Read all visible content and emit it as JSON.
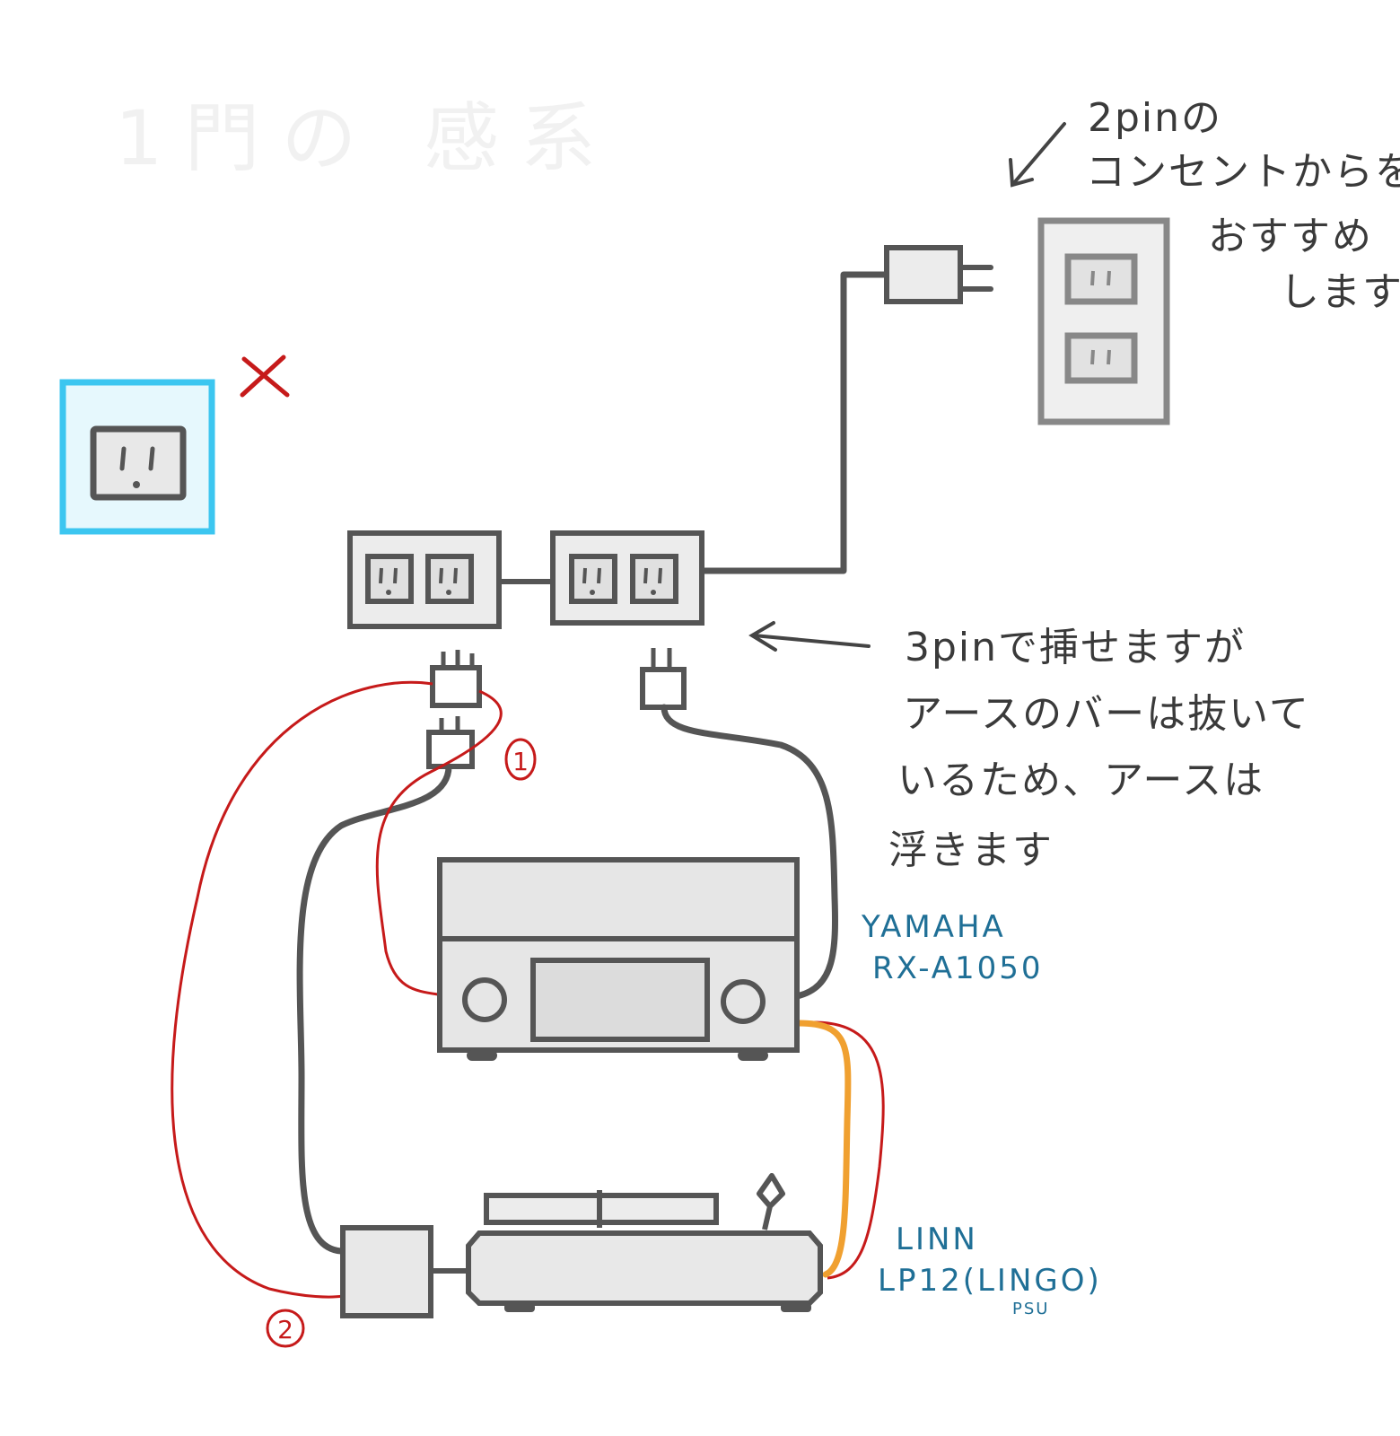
{
  "colors": {
    "line": "#555555",
    "device_fill": "#e8e8e8",
    "red_wire": "#c61a1a",
    "orange_wire": "#f0a030",
    "blue_label": "#1f6f96",
    "wall_outlet_border": "#3cc6f0",
    "wall_outlet_fill": "#e6f8fd",
    "background": "#ffffff"
  },
  "ghost_title": "1門の 感系",
  "bad_outlet": {
    "mark": "×"
  },
  "note_2pin": {
    "arrow": "↙",
    "lines": [
      "2pinの",
      "コンセントからを",
      "おすすめ",
      "します"
    ]
  },
  "note_3pin": {
    "arrow": "←",
    "lines": [
      "3pinで挿せますが",
      "アースのバーは抜いて",
      "いるため、アースは",
      "浮きます"
    ]
  },
  "labels": {
    "receiver_brand": "YAMAHA",
    "receiver_model": "RX-A1050",
    "turntable_brand": "LINN",
    "turntable_model": "LP12(LINGO)",
    "psu": "PSU"
  },
  "markers": {
    "one": "1",
    "two": "2"
  }
}
